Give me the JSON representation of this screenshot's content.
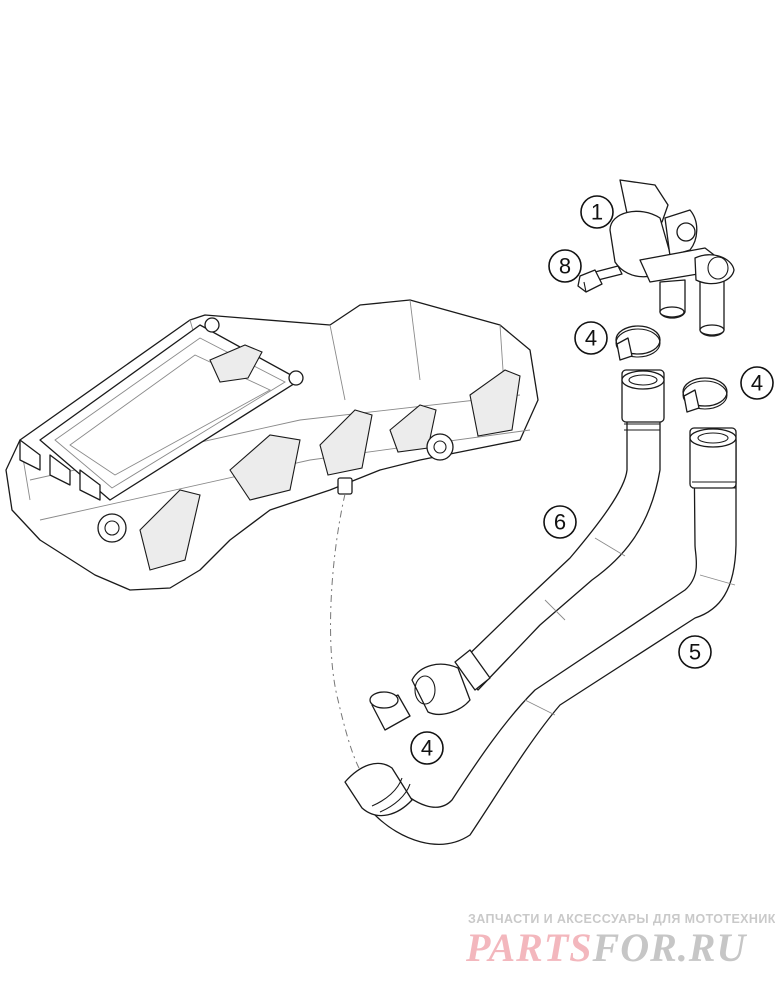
{
  "callouts": [
    "1",
    "8",
    "4",
    "4",
    "6",
    "5",
    "4"
  ],
  "watermark": {
    "caption": "ЗАПЧАСТИ И АКСЕССУАРЫ ДЛЯ МОТОТЕХНИКИ",
    "logo_part1": "PARTS",
    "logo_part2": "FOR.RU",
    "colors": {
      "logo_red": "#f3b7bd",
      "logo_grey": "#c6c6c6"
    }
  }
}
